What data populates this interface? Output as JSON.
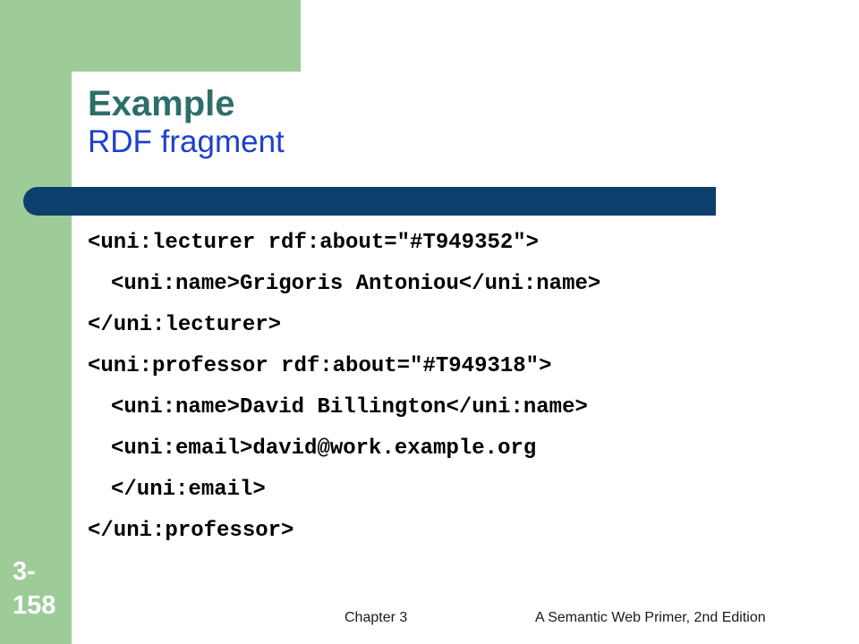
{
  "slide": {
    "title": "Example",
    "subtitle": "RDF fragment",
    "number_line1": "3-",
    "number_line2": "158"
  },
  "code_lines": [
    "<uni:lecturer rdf:about=\"#T949352\">",
    "<uni:name>Grigoris Antoniou</uni:name>",
    "</uni:lecturer>",
    "<uni:professor rdf:about=\"#T949318\">",
    "<uni:name>David Billington</uni:name>",
    "<uni:email>david@work.example.org",
    "</uni:email>",
    "</uni:professor>"
  ],
  "footer": {
    "chapter": "Chapter 3",
    "book": "A Semantic Web Primer, 2nd Edition"
  },
  "colors": {
    "accent_green": "#9dcc98",
    "divider_navy": "#0c3f6b",
    "title_teal": "#2d6e6b",
    "subtitle_blue": "#1f40cc"
  }
}
